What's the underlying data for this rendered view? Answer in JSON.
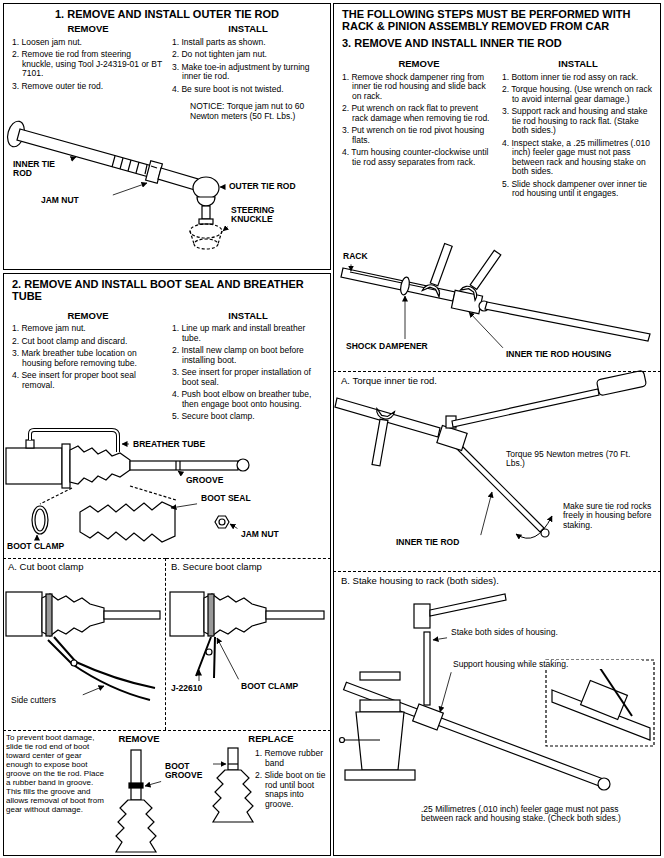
{
  "diagram": {
    "nodes": [
      {
        "text": [
          "1. REMOVE AND INSTALL OUTER TIE ROD",
          "REMOVE",
          "1. Loosen jam nut.",
          "2. Remove tie rod from steering knuckle, using Tool J-24319-01 or BT 7101.",
          "3. Remove outer tie rod.",
          "INSTALL",
          "1. Install parts as shown.",
          "2. Do not tighten jam nut.",
          "3. Make toe-in adjustment by turning inner tie rod.",
          "4. Be sure boot is not twisted.",
          "NOTICE: Torque jam nut to 60 Newton meters (50 Ft. Lbs.)"
        ]
      },
      {
        "text": [
          "2. REMOVE AND INSTALL BOOT SEAL AND BREATHER TUBE",
          "REMOVE",
          "1. Remove jam nut.",
          "2. Cut boot clamp and discard.",
          "3. Mark breather tube location on housing before removing tube.",
          "4. See insert for proper boot seal removal.",
          "INSTALL",
          "1. Line up mark and install breather tube.",
          "2. Install new clamp on boot before installing boot.",
          "3. See insert for proper installation of boot seal.",
          "4. Push boot elbow on breather tube, then engage boot onto housing.",
          "5. Secure boot clamp."
        ]
      },
      {
        "text": [
          "A. Cut boot clamp"
        ],
        "in": 1
      },
      {
        "text": [
          "B. Secure boot clamp"
        ],
        "in": 1
      },
      {
        "text": [
          "REMOVE",
          "To prevent boot damage, slide tie rod end of boot toward center of gear enough to expose boot groove on the tie rod. Place a rubber band in groove. This fills the groove and allows removal of boot from gear without damage.",
          "REPLACE",
          "1. Remove rubber band",
          "2. Slide boot on tie rod until boot snaps into groove."
        ],
        "in": 1
      },
      {
        "text": [
          "THE FOLLOWING STEPS MUST BE PERFORMED WITH RACK & PINION ASSEMBLY REMOVED FROM CAR",
          "3. REMOVE AND INSTALL INNER TIE ROD",
          "REMOVE",
          "1. Remove shock dampener ring from inner tie rod housing and slide back on rack.",
          "2. Put wrench on rack flat to prevent rack damage when removing tie rod.",
          "3. Put wrench on tie rod pivot housing flats.",
          "4. Turn housing counter-clockwise until tie rod assy separates from rack.",
          "INSTALL",
          "1. Bottom inner tie rod assy on rack.",
          "2. Torque housing. (Use wrench on rack to avoid internal gear damage.)",
          "3. Support rack and housing and stake tie rod housing to rack flat. (Stake both sides.)",
          "4. Inspect stake, a .25 millimetres (.010 inch) feeler gage must not pass between rack and housing stake on both sides.",
          "5. Slide shock dampener over inner tie rod housing until it engages."
        ]
      },
      {
        "text": [
          "A. Torque inner tie rod."
        ]
      },
      {
        "text": [
          "B. Stake housing to rack (both sides)."
        ]
      }
    ],
    "labels": [
      "INNER TIE ROD",
      "JAM NUT",
      "OUTER TIE ROD",
      "STEERING KNUCKLE",
      "BREATHER TUBE",
      "GROOVE",
      "BOOT SEAL",
      "BOOT CLAMP",
      "JAM NUT",
      "Side cutters",
      "J-22610",
      "BOOT CLAMP",
      "BOOT GROOVE",
      "RACK",
      "SHOCK DAMPENER",
      "INNER TIE ROD HOUSING",
      "Torque 95 Newton metres (70 Ft. Lbs.)",
      "Make sure tie rod rocks freely in housing before staking.",
      "INNER TIE ROD",
      "Stake both sides of housing.",
      "Support housing while staking.",
      ".25 Millimetres (.010 inch) feeler gage must not pass between rack and housing stake. (Check both sides.)"
    ]
  }
}
